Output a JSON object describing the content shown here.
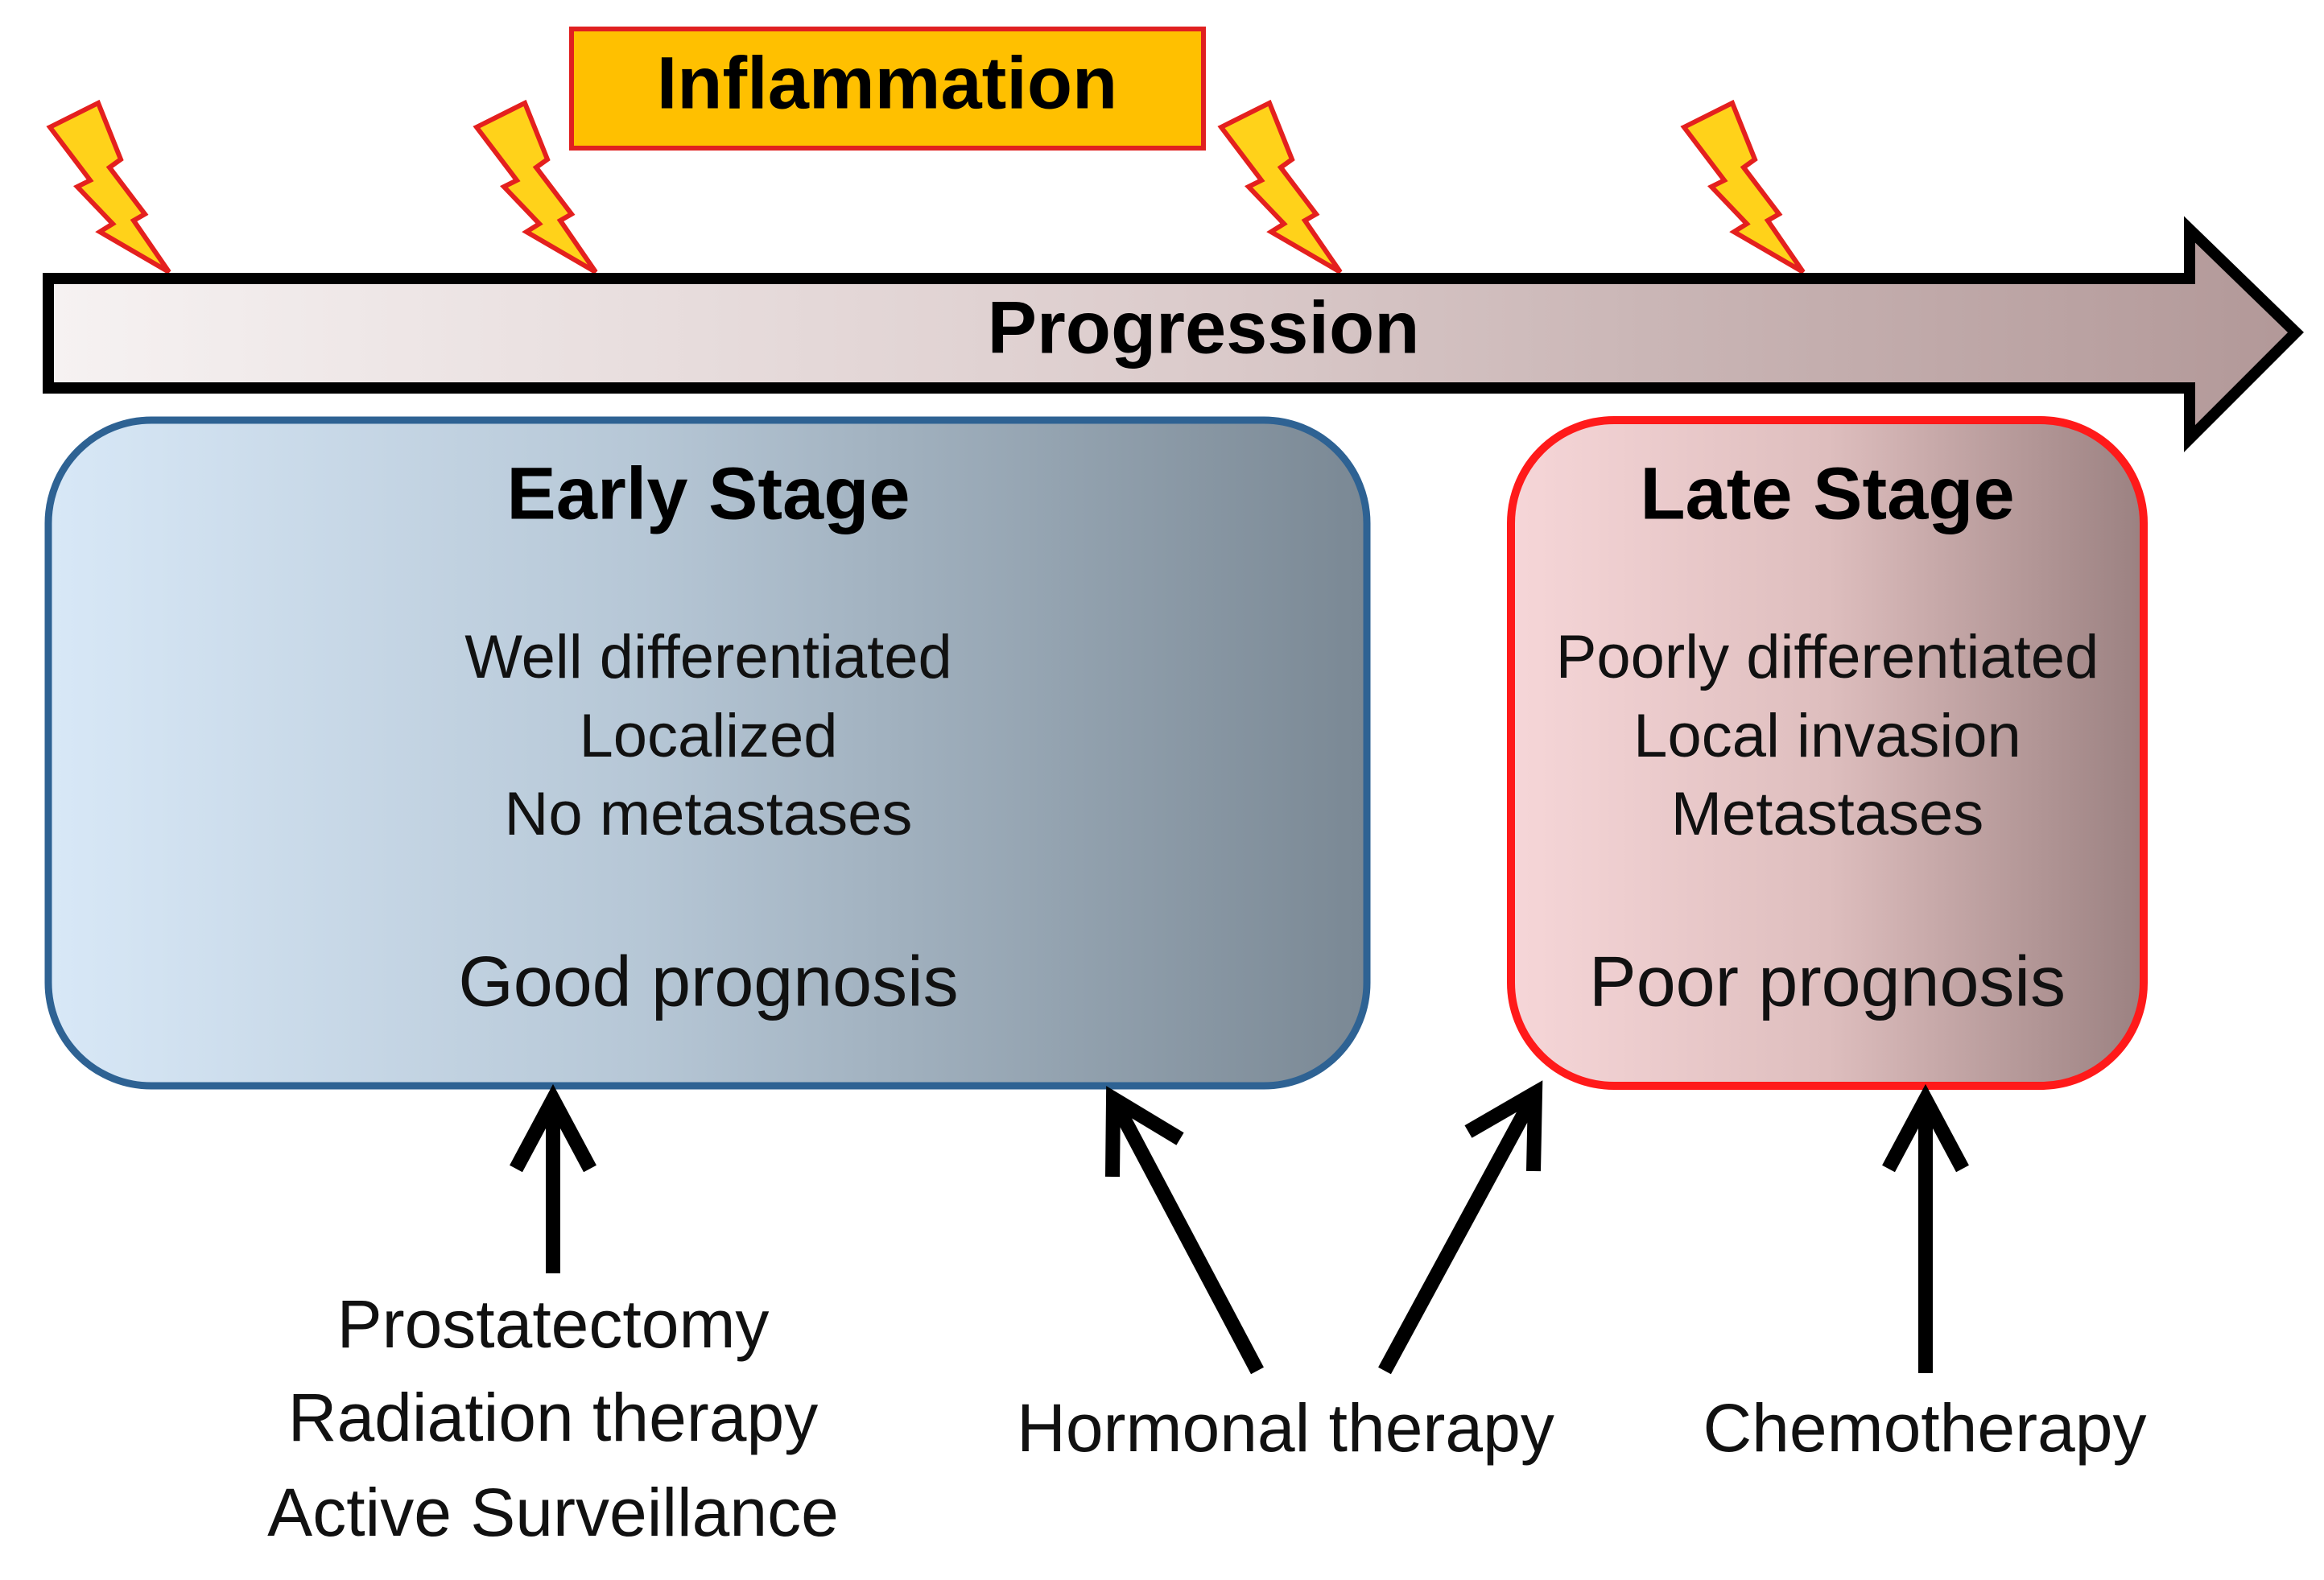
{
  "header": {
    "inflammation_label": "Inflammation",
    "progression_label": "Progression"
  },
  "early_stage": {
    "title": "Early Stage",
    "features": [
      "Well differentiated",
      "Localized",
      "No metastases"
    ],
    "prognosis": "Good prognosis"
  },
  "late_stage": {
    "title": "Late Stage",
    "features": [
      "Poorly differentiated",
      "Local invasion",
      "Metastases"
    ],
    "prognosis": "Poor prognosis"
  },
  "treatments": {
    "early": [
      "Prostatectomy",
      "Radiation therapy",
      "Active Surveillance"
    ],
    "hormonal": "Hormonal therapy",
    "chemo": "Chemotherapy"
  },
  "colors": {
    "inflammation_fill": "#FFC000",
    "inflammation_border": "#E02020",
    "early_border": "#2E6293",
    "late_border": "#FF1A1A",
    "progression_start": "#F4EFEF",
    "progression_end": "#B89E9E",
    "bolt_fill": "#FFD21A",
    "bolt_border": "#E4201E"
  }
}
